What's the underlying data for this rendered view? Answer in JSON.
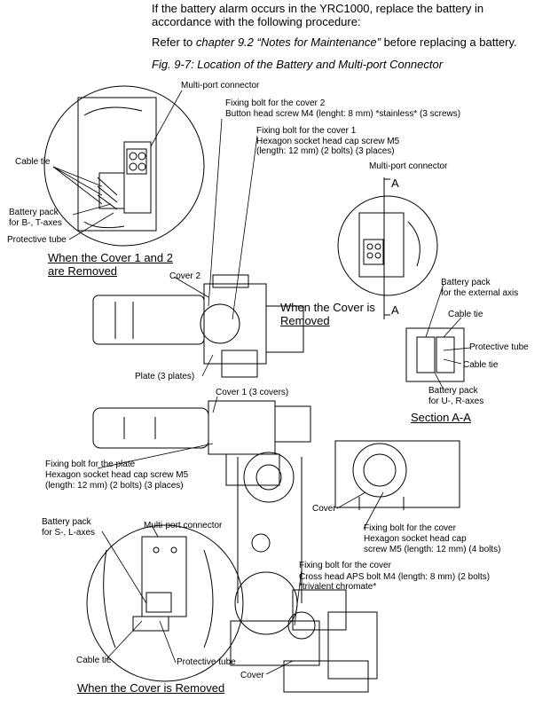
{
  "intro": {
    "line1": "If the battery alarm occurs in the YRC1000, replace the battery in",
    "line2": "accordance with the following procedure:",
    "refer_pre": "Refer to ",
    "refer_link": "chapter 9.2  “Notes for Maintenance”",
    "refer_post": "  before replacing a battery."
  },
  "figure": {
    "caption": "Fig. 9-7: Location of the Battery and Multi-port Connector"
  },
  "labels": {
    "multiport_top": "Multi-port connector",
    "fix_cover2_a": "Fixing bolt for the cover 2",
    "fix_cover2_b": "Button head screw M4 (lenght: 8 mm) *stainless* (3 screws)",
    "fix_cover1_a": "Fixing bolt for the cover 1",
    "fix_cover1_b": "Hexagon socket head cap screw M5",
    "fix_cover1_c": "(length: 12 mm) (2 bolts) (3 places)",
    "multiport_right": "Multi-port connector",
    "section_a": "A",
    "section_a2": "A",
    "cable_tie_left": "Cable tie",
    "battery_bt_a": "Battery pack",
    "battery_bt_b": "for B-, T-axes",
    "protective_left": "Protective tube",
    "removed_12_a": "When the Cover 1 and 2",
    "removed_12_b": "are Removed",
    "cover2": "Cover 2",
    "removed_cover_a": "When the Cover is",
    "removed_cover_b": "Removed",
    "battery_ext_a": "Battery pack",
    "battery_ext_b": "for the external axis",
    "cable_tie_r1": "Cable tie",
    "protective_r": "Protective tube",
    "cable_tie_r2": "Cable tie",
    "battery_ur_a": "Battery pack",
    "battery_ur_b": "for U-, R-axes",
    "section_aa": "Section A-A",
    "plate": "Plate (3 plates)",
    "cover1": "Cover 1 (3 covers)",
    "fix_plate_a": "Fixing bolt for the plate",
    "fix_plate_b": "Hexagon socket head cap screw M5",
    "fix_plate_c": "(length: 12 mm) (2 bolts) (3 places)",
    "cover_mid": "Cover",
    "fix_cover_r_a": "Fixing bolt for the cover",
    "fix_cover_r_b": "Hexagon socket head cap",
    "fix_cover_r_c": "screw M5 (length: 12 mm) (4 bolts)",
    "battery_sl_a": "Battery pack",
    "battery_sl_b": "for S-, L-axes",
    "multiport_bottom": "Multi-port connector",
    "fix_cover_b_a": "Fixing bolt for the cover",
    "fix_cover_b_b": "Cross head APS bolt M4 (length: 8 mm) (2 bolts)",
    "fix_cover_b_c": "*trivalent chromate*",
    "cable_tie_bottom": "Cable tie",
    "protective_bottom": "Protective tube",
    "cover_bottom": "Cover",
    "removed_bottom": "When the Cover is Removed"
  }
}
